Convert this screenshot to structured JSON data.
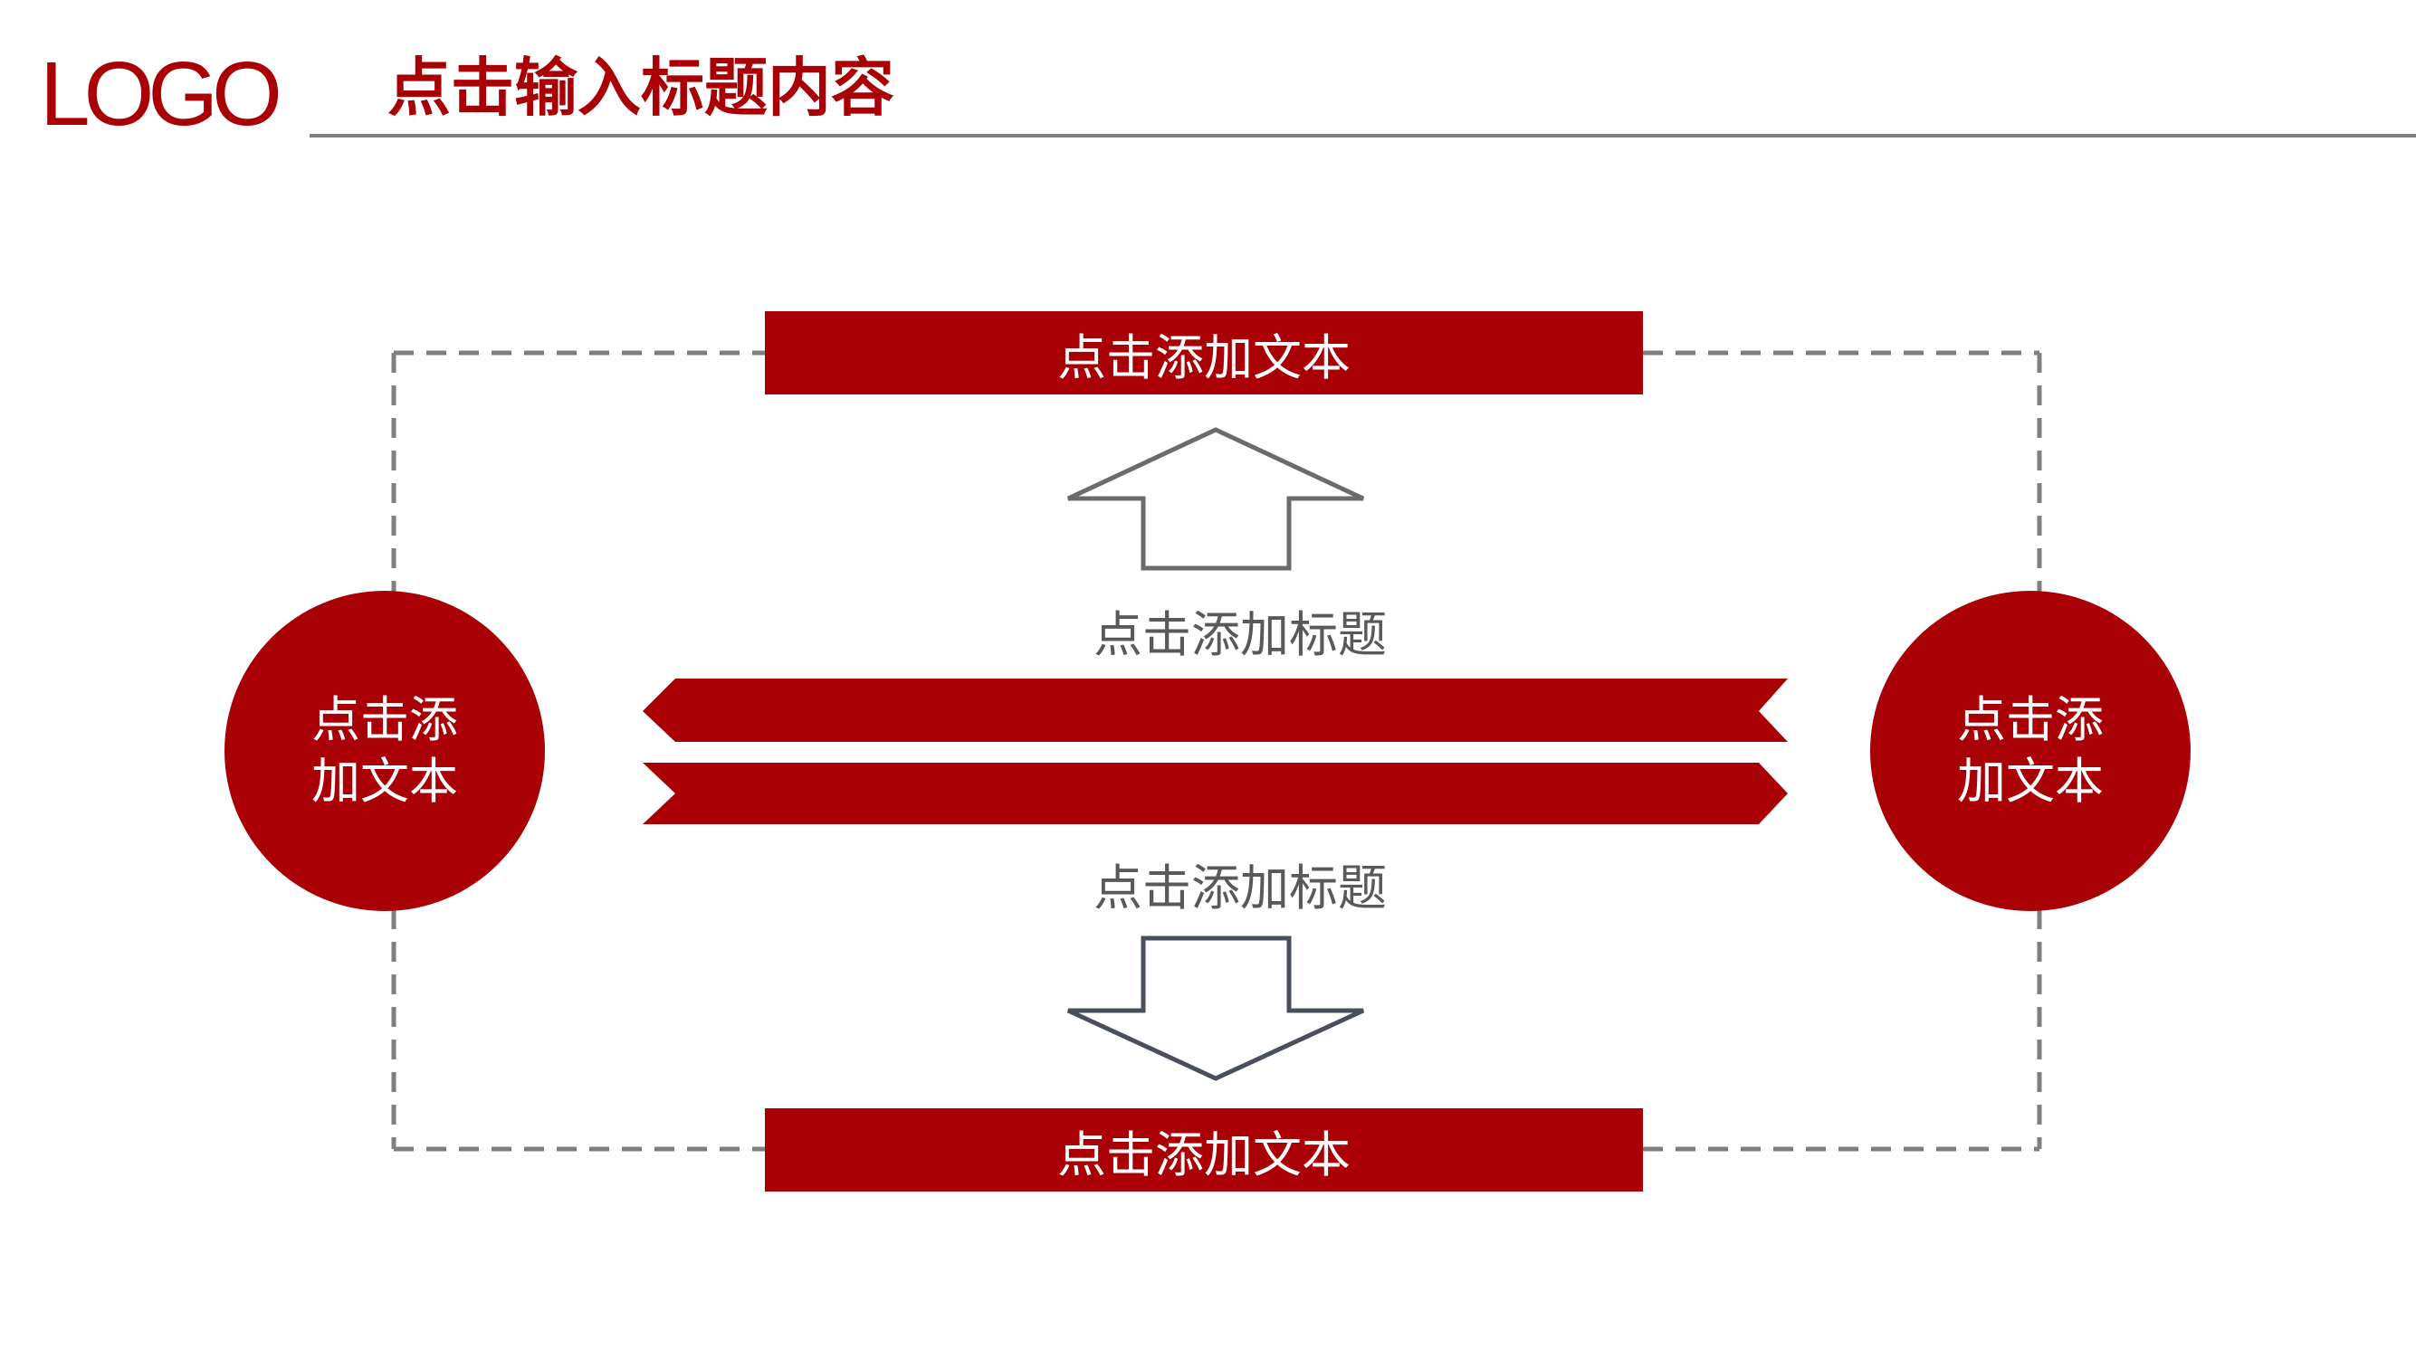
{
  "header": {
    "logo": "LOGO",
    "title": "点击输入标题内容"
  },
  "diagram": {
    "top_box": "点击添加文本",
    "bottom_box": "点击添加文本",
    "left_circle": {
      "line1": "点击添",
      "line2": "加文本"
    },
    "right_circle": {
      "line1": "点击添",
      "line2": "加文本"
    },
    "upper_title": "点击添加标题",
    "lower_title": "点击添加标题"
  },
  "colors": {
    "brand_red": "#a80005",
    "rule_gray": "#7f7f7f",
    "dashed_gray": "#808080",
    "arrow_up_stroke": "#6b6b6b",
    "arrow_down_stroke": "#4a4f5c",
    "title_gray": "#595959"
  },
  "icons": {
    "up_arrow": "outline-up-arrow-icon",
    "down_arrow": "outline-down-arrow-icon",
    "ribbon_left": "left-pointing-ribbon-icon",
    "ribbon_right": "right-pointing-ribbon-icon"
  }
}
